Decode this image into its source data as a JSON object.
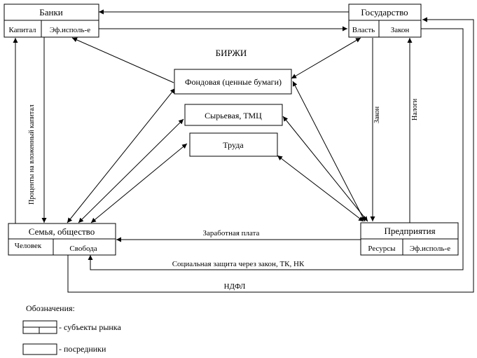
{
  "nodes": {
    "banks": {
      "title": "Банки",
      "left": "Капитал",
      "right": "Эф.исполь-е"
    },
    "state": {
      "title": "Государство",
      "left": "Власть",
      "right": "Закон"
    },
    "family": {
      "title": "Семья, общество",
      "left": "Человек",
      "right": "Свобода"
    },
    "enterprises": {
      "title": "Предприятия",
      "left": "Ресурсы",
      "right": "Эф.исполь-е"
    }
  },
  "exchanges": {
    "heading": "БИРЖИ",
    "stock": "Фондовая (ценные бумаги)",
    "commodity": "Сырьевая, ТМЦ",
    "labor": "Труда"
  },
  "edge_labels": {
    "interest": "Проценты на вложенный капитал",
    "law": "Закон",
    "taxes": "Налоги",
    "wages": "Заработная плата",
    "social": "Социальная защита через закон, ТК, НК",
    "ndfl": "НДФЛ"
  },
  "legend": {
    "title": "Обозначения:",
    "subjects": "- субъекты рынка",
    "intermediaries": "- посредники"
  }
}
